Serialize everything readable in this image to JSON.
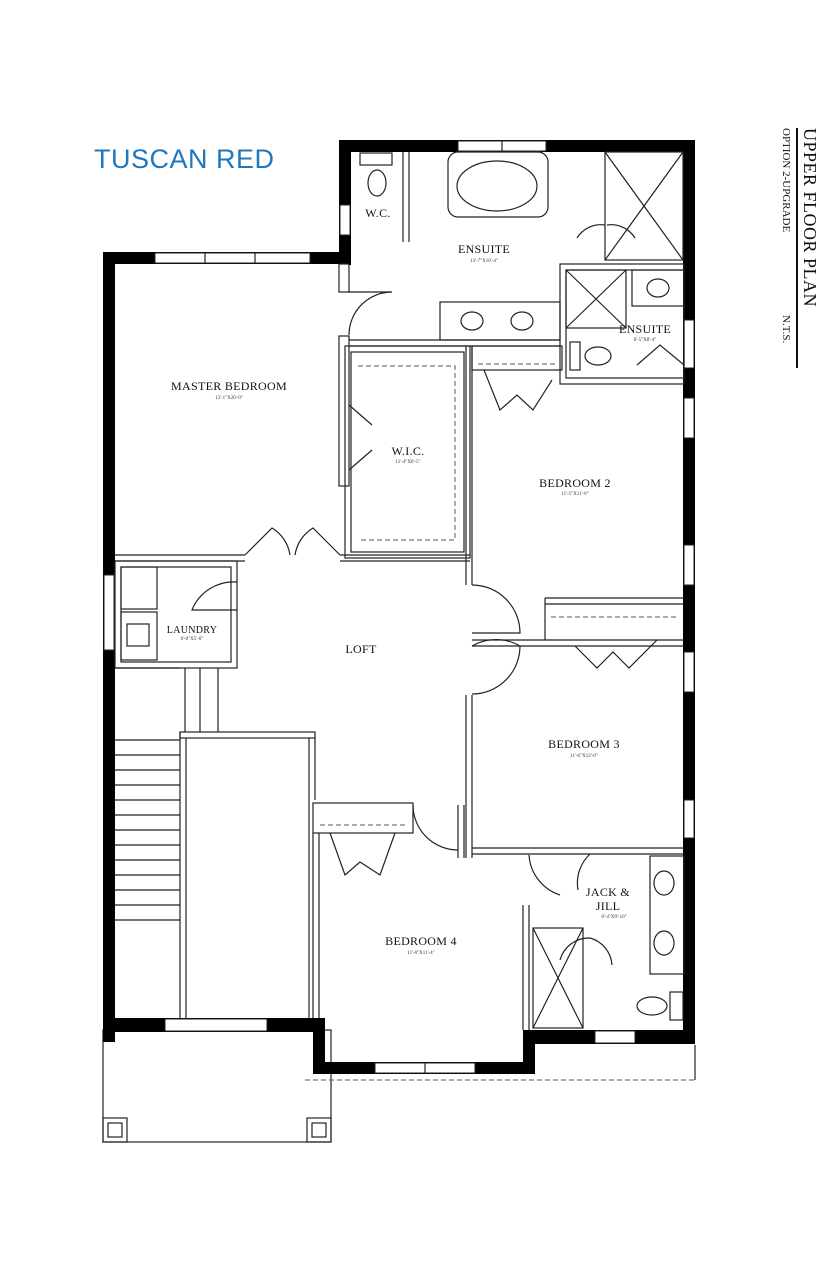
{
  "brand": {
    "model_name": "TUSCAN RED"
  },
  "sheet": {
    "title": "UPPER FLOOR PLAN",
    "subtitle": "OPTION 2-UPGRADE",
    "scale_note": "N.T.S."
  },
  "rooms": {
    "wc": {
      "label": "W.C.",
      "dims": ""
    },
    "ensuite_master": {
      "label": "ENSUITE",
      "dims": "13'-7\"X10'-4\""
    },
    "ensuite_2": {
      "label": "ENSUITE",
      "dims": "8'-5\"X8'-4\""
    },
    "master_bedroom": {
      "label": "MASTER BEDROOM",
      "dims": "13'-1\"X20'-0\""
    },
    "wic": {
      "label": "W.I.C.",
      "dims": "11'-4\"X8'-5\""
    },
    "bedroom_2": {
      "label": "BEDROOM 2",
      "dims": "11'-5\"X11'-0\""
    },
    "laundry": {
      "label": "LAUNDRY",
      "dims": "6'-0\"X5'-6\""
    },
    "loft": {
      "label": "LOFT",
      "dims": ""
    },
    "bedroom_3": {
      "label": "BEDROOM 3",
      "dims": "11'-6\"X12'-0\""
    },
    "jack_jill": {
      "label_line1": "JACK &",
      "label_line2": "JILL",
      "dims": "8'-4\"X9'-10\""
    },
    "bedroom_4": {
      "label": "BEDROOM 4",
      "dims": "11'-0\"X11'-4\""
    }
  }
}
